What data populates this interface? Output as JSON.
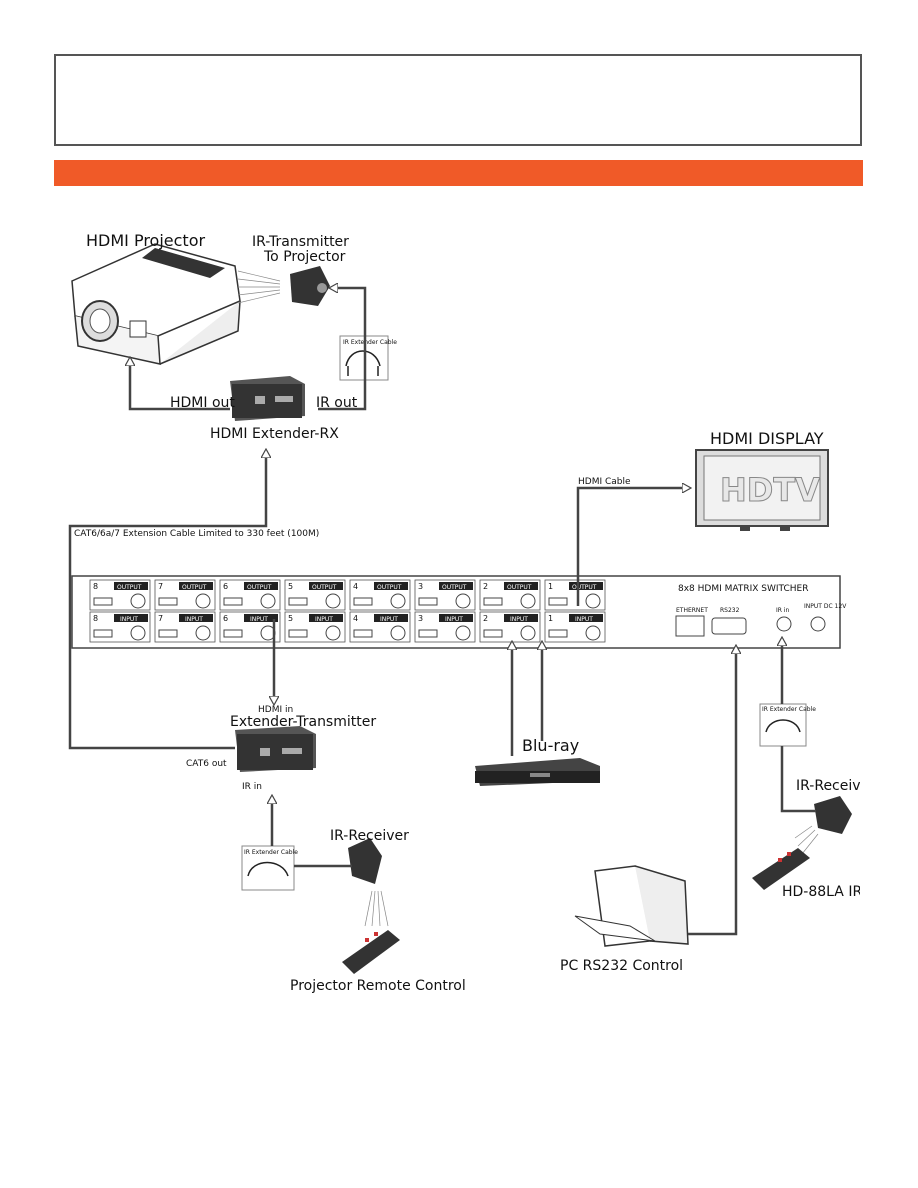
{
  "accent_color": "#f05a28",
  "labels": {
    "projector": "HDMI Projector",
    "ir_tx_1": "IR-Transmitter",
    "ir_tx_2": "To Projector",
    "ir_ext_cable": "IR Extender Cable",
    "hdmi_out": "HDMI out",
    "ir_out": "IR out",
    "extender_rx": "HDMI Extender-RX",
    "hdmi_display": "HDMI DISPLAY",
    "hdtv": "HDTV",
    "hdmi_cable": "HDMI Cable",
    "cat6_cable": "CAT6/6a/7 Extension Cable Limited to 330 feet (100M)",
    "switcher_title": "8x8 HDMI MATRIX SWITCHER",
    "output": "OUTPUT",
    "input": "INPUT",
    "hdmi_in": "HDMI in",
    "extender_tx": "Extender-Transmitter",
    "cat6_out": "CAT6 out",
    "ir_in": "IR in",
    "bluray": "Blu-ray",
    "ir_receiver": "IR-Receiver",
    "remote": "Projector Remote Control",
    "pc_control": "PC RS232 Control",
    "hd88la": "HD-88LA IR",
    "ethernet": "ETHERNET",
    "rs232": "RS232",
    "ir_in_small": "IR in",
    "power": "INPUT DC 12V"
  },
  "port_numbers": [
    "8",
    "7",
    "6",
    "5",
    "4",
    "3",
    "2",
    "1"
  ]
}
